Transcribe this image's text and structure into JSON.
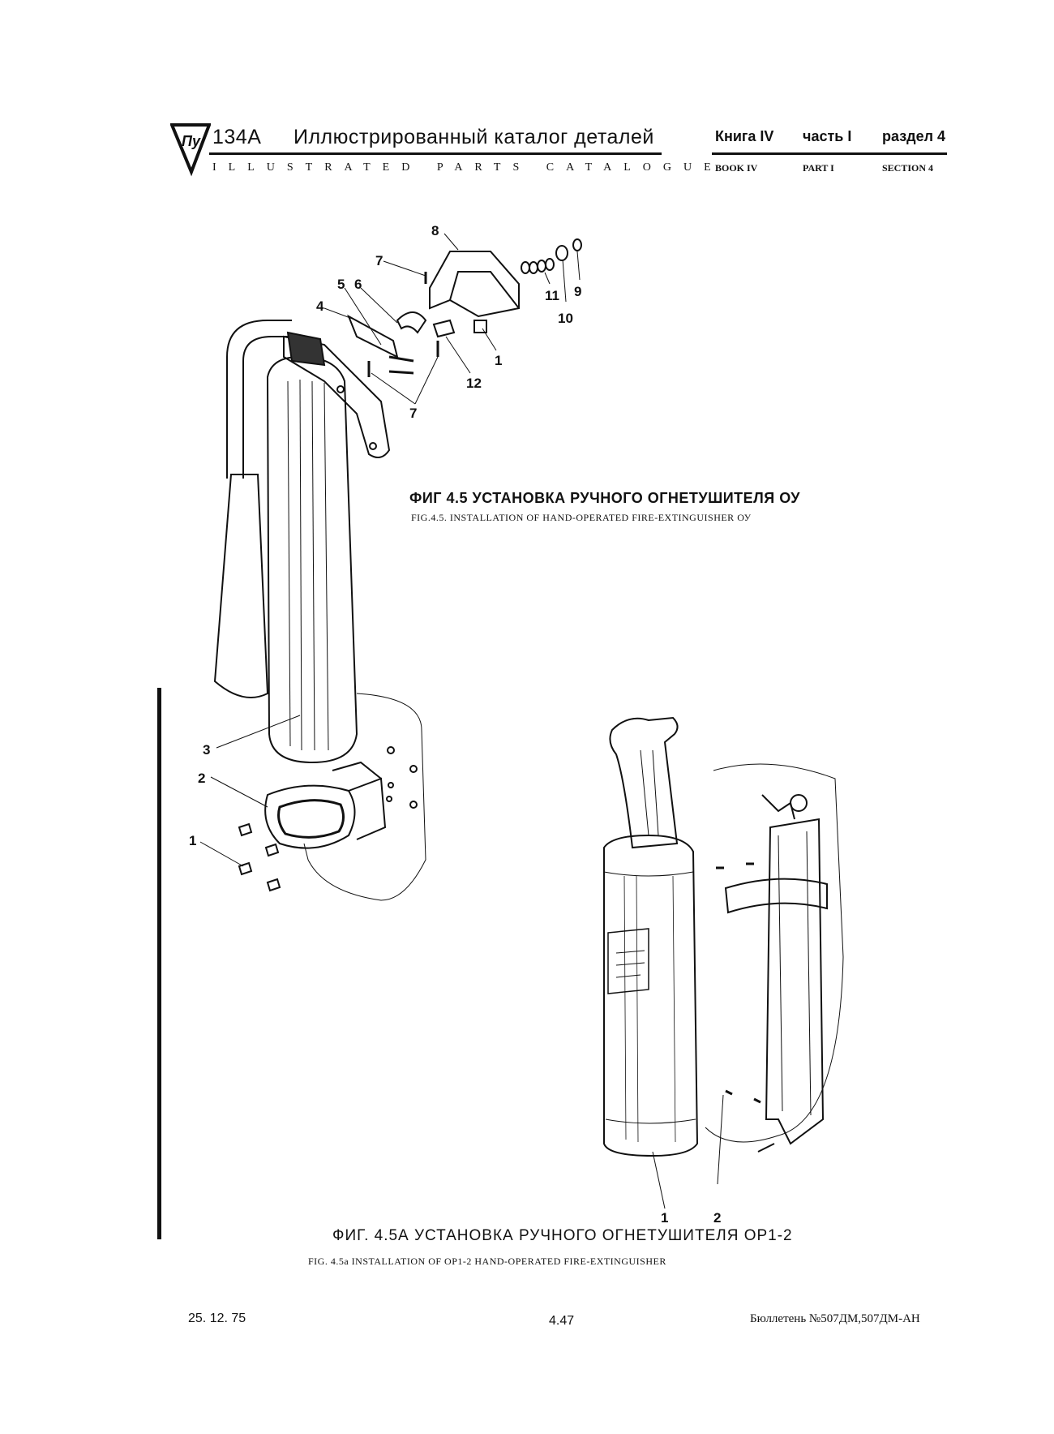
{
  "header": {
    "logo_label": "Пу",
    "model": "134А",
    "title_ru": "Иллюстрированный каталог деталей",
    "title_en": "ILLUSTRATED PARTS CATALOGUE",
    "book_ru": "Книга IV",
    "part_ru": "часть I",
    "section_ru": "раздел 4",
    "book_en": "BOOK IV",
    "part_en": "PART I",
    "section_en": "SECTION 4"
  },
  "figure_1": {
    "caption_ru": "ФИГ 4.5 УСТАНОВКА РУЧНОГО ОГНЕТУШИТЕЛЯ ОУ",
    "caption_en": "FIG.4.5. INSTALLATION OF HAND-OPERATED FIRE-EXTINGUISHER ОУ",
    "callouts": [
      "8",
      "7",
      "6",
      "5",
      "4",
      "11",
      "10",
      "9",
      "1",
      "12",
      "7",
      "3",
      "2",
      "1"
    ]
  },
  "figure_2": {
    "caption_ru": "ФИГ. 4.5А УСТАНОВКА РУЧНОГО ОГНЕТУШИТЕЛЯ ОР1-2",
    "caption_en": "FIG. 4.5a INSTALLATION OF OP1-2 HAND-OPERATED FIRE-EXTINGUISHER",
    "callouts": [
      "1",
      "2"
    ]
  },
  "footer": {
    "date": "25. 12. 75",
    "page": "4.47",
    "bulletin": "Бюллетень №507ДМ,507ДМ-АН"
  }
}
